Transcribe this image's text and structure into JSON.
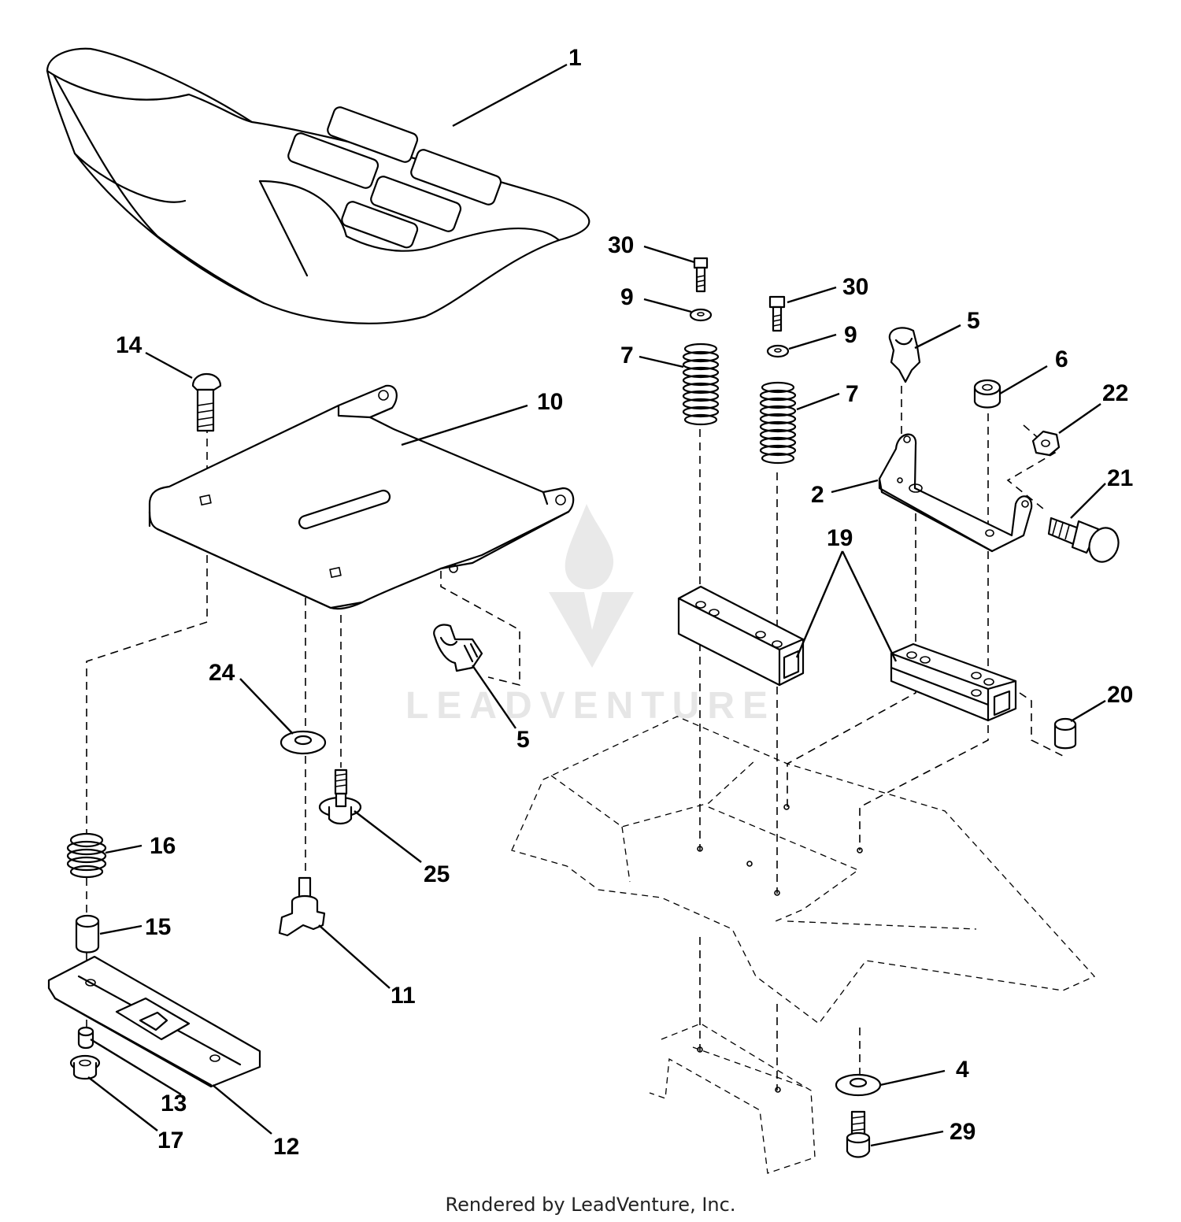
{
  "watermark": {
    "text": "LEADVENTURE"
  },
  "footer": {
    "text": "Rendered by LeadVenture, Inc."
  },
  "callouts": [
    {
      "label": "1"
    },
    {
      "label": "14"
    },
    {
      "label": "10"
    },
    {
      "label": "30"
    },
    {
      "label": "9"
    },
    {
      "label": "30"
    },
    {
      "label": "9"
    },
    {
      "label": "7"
    },
    {
      "label": "7"
    },
    {
      "label": "5"
    },
    {
      "label": "6"
    },
    {
      "label": "22"
    },
    {
      "label": "21"
    },
    {
      "label": "2"
    },
    {
      "label": "19"
    },
    {
      "label": "5"
    },
    {
      "label": "24"
    },
    {
      "label": "20"
    },
    {
      "label": "16"
    },
    {
      "label": "25"
    },
    {
      "label": "15"
    },
    {
      "label": "11"
    },
    {
      "label": "13"
    },
    {
      "label": "17"
    },
    {
      "label": "12"
    },
    {
      "label": "4"
    },
    {
      "label": "29"
    }
  ]
}
